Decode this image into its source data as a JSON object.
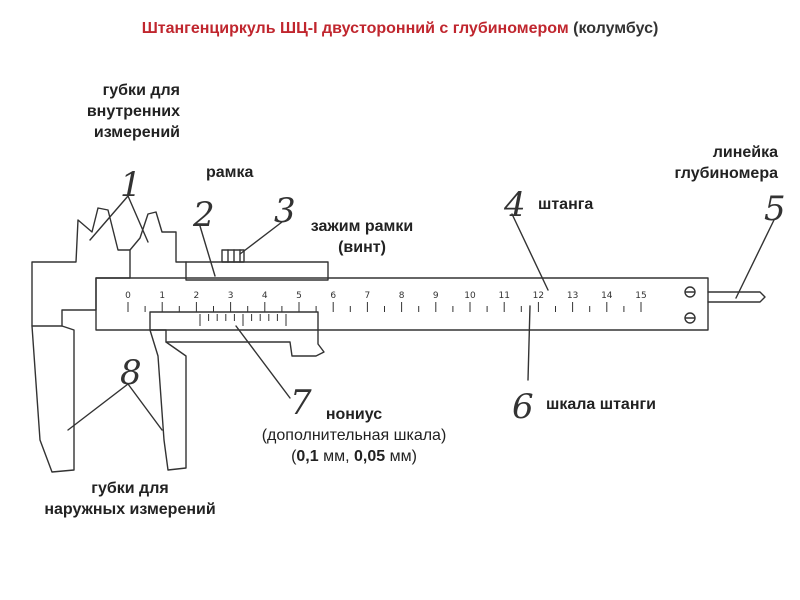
{
  "title": {
    "main": "Штангенциркуль ШЦ-I двусторонний с глубиномером",
    "suffix": "(колумбус)"
  },
  "labels": {
    "inner_jaws": [
      "губки для",
      "внутренних",
      "измерений"
    ],
    "frame": "рамка",
    "frame_clamp": [
      "зажим рамки",
      "(винт)"
    ],
    "beam": "штанга",
    "depth_rule": [
      "линейка",
      "глубиномера"
    ],
    "beam_scale": "шкала штанги",
    "vernier": {
      "name": "нониус",
      "desc": "(дополнительная шкала)",
      "values": [
        "(",
        "0,1",
        " мм, ",
        "0,05",
        " мм)"
      ]
    },
    "outer_jaws": [
      "губки для",
      "наружных измерений"
    ]
  },
  "part_numbers": [
    "1",
    "2",
    "3",
    "4",
    "5",
    "6",
    "7",
    "8"
  ],
  "main_scale_numbers": [
    "0",
    "1",
    "2",
    "3",
    "4",
    "5",
    "6",
    "7",
    "8",
    "9",
    "10",
    "11",
    "12",
    "13",
    "14",
    "15"
  ],
  "colors": {
    "title_red": "#c0262e",
    "text": "#222222",
    "drawing": "#333333"
  }
}
